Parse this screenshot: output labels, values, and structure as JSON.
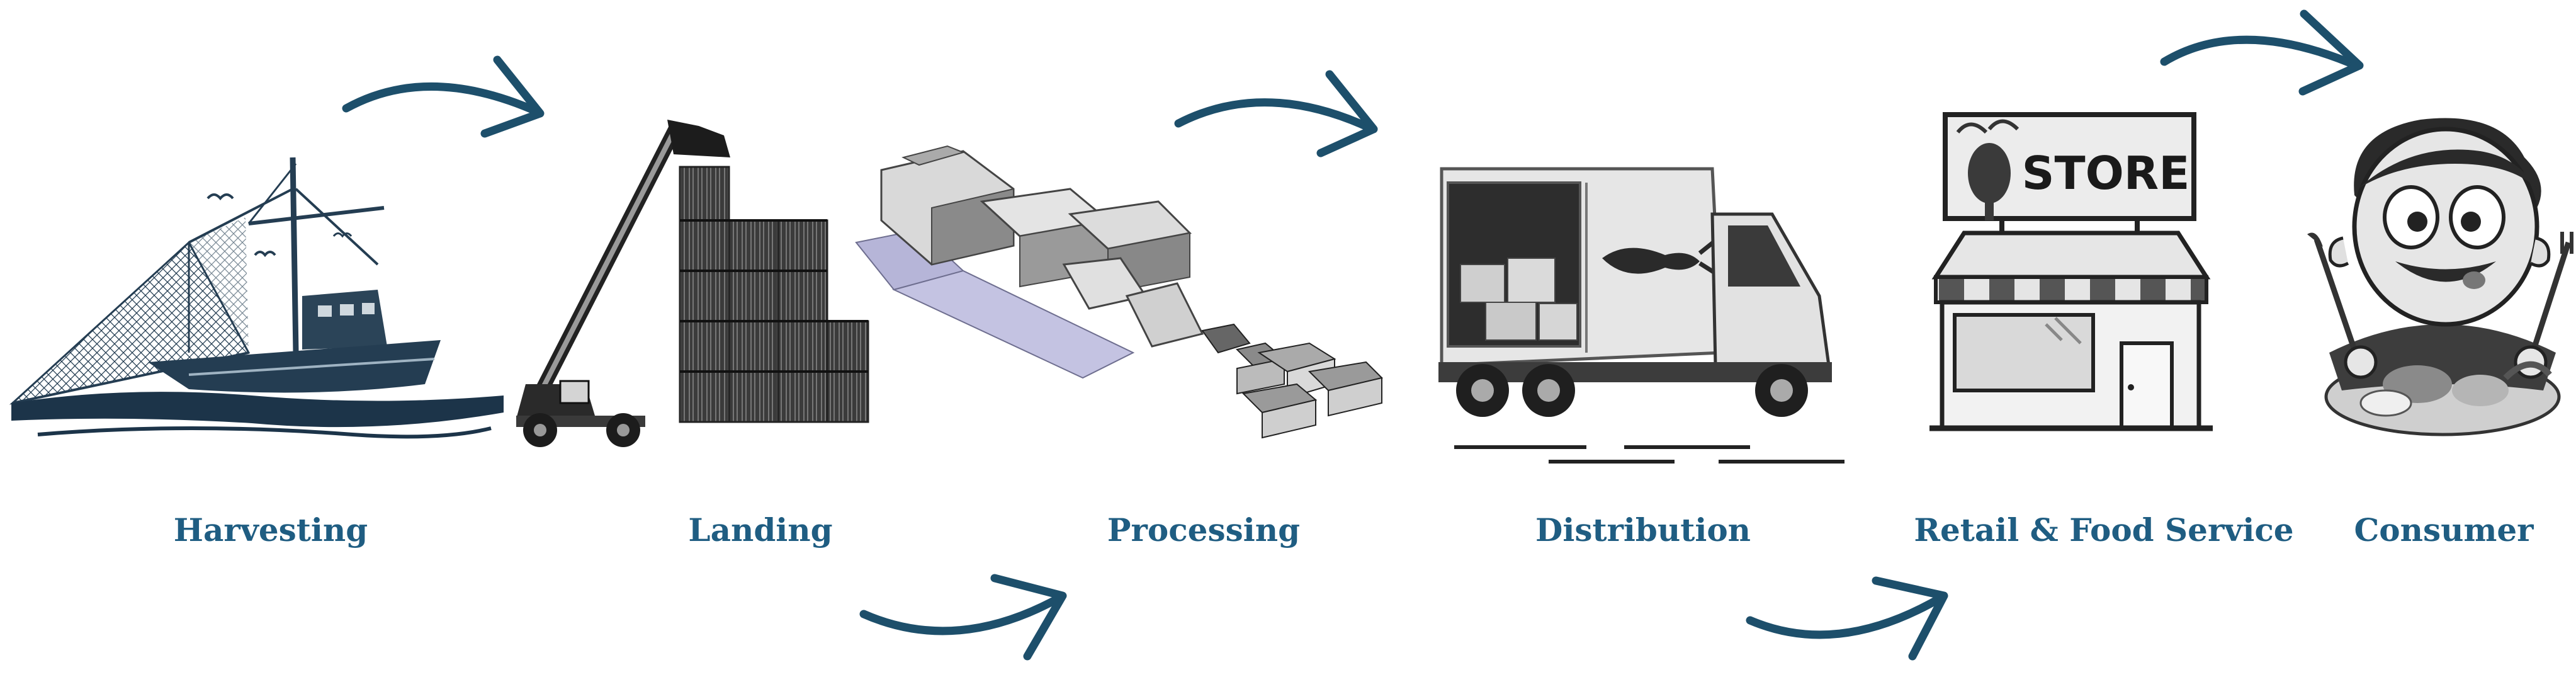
{
  "colors": {
    "arrow": "#1d4f6b",
    "label": "#1f5d82",
    "ink": "#1a1a1a",
    "ship": "#243d52",
    "water": "#1c3449"
  },
  "stages": [
    {
      "name": "harvesting",
      "label": "Harvesting",
      "icon": "fishing-boat-icon"
    },
    {
      "name": "landing",
      "label": "Landing",
      "icon": "container-crane-icon"
    },
    {
      "name": "processing",
      "label": "Processing",
      "icon": "processing-machine-icon"
    },
    {
      "name": "distribution",
      "label": "Distribution",
      "icon": "delivery-truck-icon"
    },
    {
      "name": "retail",
      "label": "Retail & Food Service",
      "icon": "store-icon"
    },
    {
      "name": "consumer",
      "label": "Consumer",
      "icon": "happy-consumer-icon"
    }
  ],
  "store_sign": "STORE",
  "arrow_direction": "right"
}
